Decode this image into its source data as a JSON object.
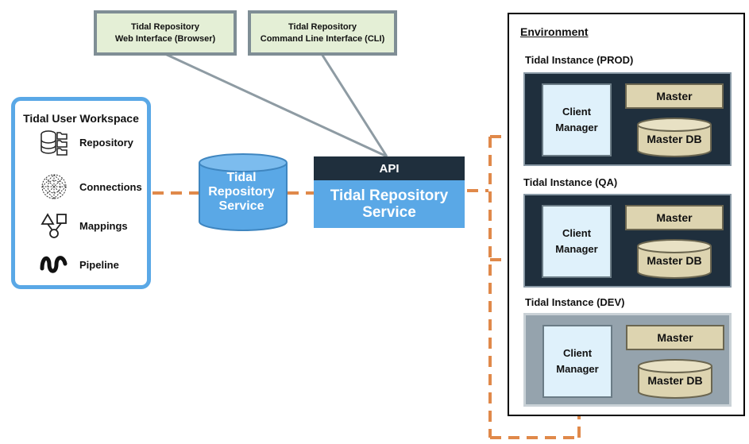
{
  "interfaces": {
    "web": [
      "Tidal Repository",
      "Web Interface (Browser)"
    ],
    "cli": [
      "Tidal Repository",
      "Command Line Interface (CLI)"
    ]
  },
  "workspace": {
    "title": "Tidal User Workspace",
    "items": [
      {
        "label": "Repository",
        "icon": "database-folders-icon"
      },
      {
        "label": "Connections",
        "icon": "network-globe-icon"
      },
      {
        "label": "Mappings",
        "icon": "shapes-flow-icon"
      },
      {
        "label": "Pipeline",
        "icon": "pipeline-wave-icon"
      }
    ]
  },
  "repository_service": [
    "Tidal",
    "Repository",
    "Service"
  ],
  "api": {
    "header": "API",
    "body": [
      "Tidal Repository",
      "Service"
    ]
  },
  "environment": {
    "title": "Environment",
    "instances": [
      {
        "title": "Tidal Instance (PROD)",
        "client": [
          "Client",
          "Manager"
        ],
        "master": "Master",
        "db": "Master DB"
      },
      {
        "title": "Tidal Instance (QA)",
        "client": [
          "Client",
          "Manager"
        ],
        "master": "Master",
        "db": "Master DB"
      },
      {
        "title": "Tidal Instance (DEV)",
        "client": [
          "Client",
          "Manager"
        ],
        "master": "Master",
        "db": "Master DB"
      }
    ]
  },
  "colors": {
    "accent_blue": "#5aa8e6",
    "dark_navy": "#1f2f3d",
    "connector_orange": "#e0894a",
    "interface_fill": "#e4efd6",
    "master_fill": "#ddd4b0"
  }
}
